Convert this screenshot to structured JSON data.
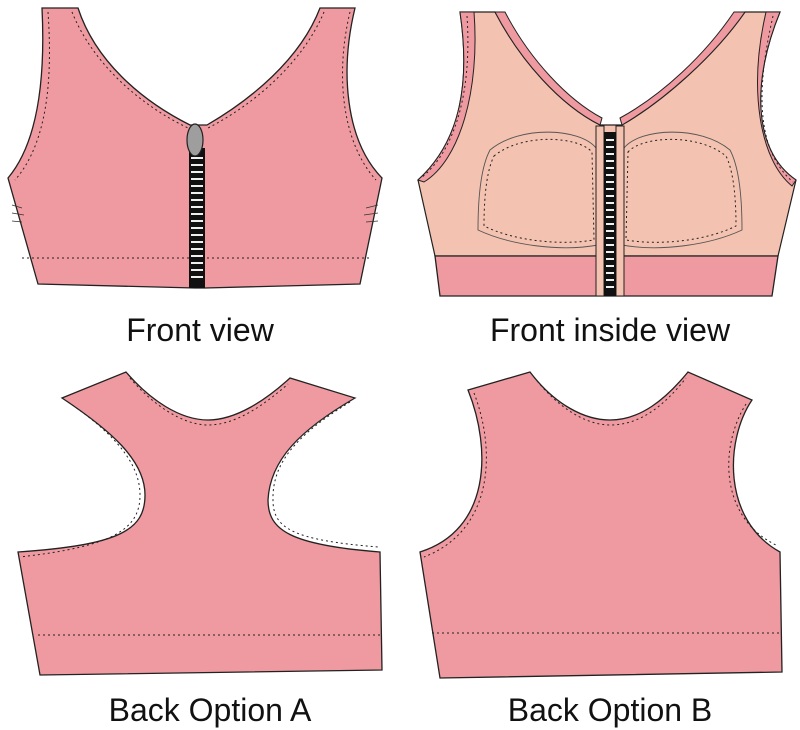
{
  "captions": {
    "front": "Front view",
    "front_inside": "Front inside view",
    "back_a": "Back Option A",
    "back_b": "Back Option B"
  },
  "colors": {
    "fabric": "#ef9aa0",
    "lining": "#f4c2b0",
    "zipper_pull": "#9e9e9e",
    "outline": "#222222"
  }
}
